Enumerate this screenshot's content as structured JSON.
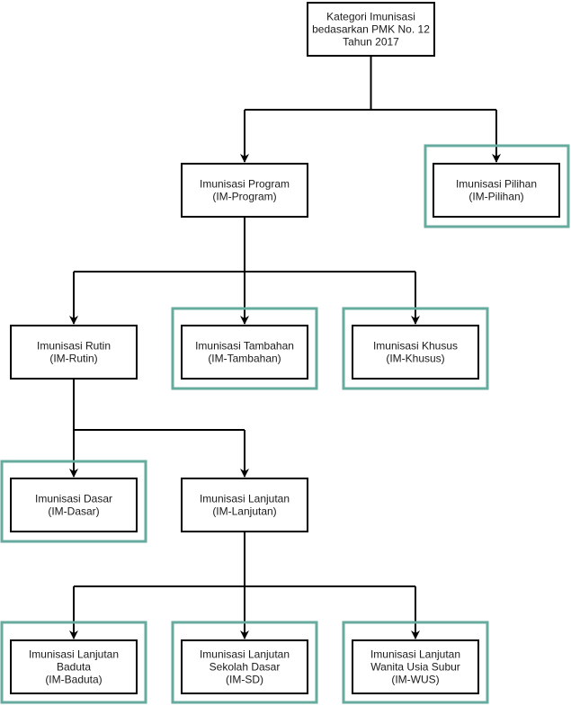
{
  "colors": {
    "node_stroke": "#000000",
    "highlight_stroke": "#67AB9F",
    "edge": "#000000",
    "text": "#1a1a1a",
    "background": "#ffffff"
  },
  "nodes": {
    "root": {
      "lines": [
        "Kategori Imunisasi",
        "bedasarkan PMK No. 12",
        "Tahun 2017"
      ]
    },
    "program": {
      "lines": [
        "Imunisasi Program",
        "(IM-Program)"
      ]
    },
    "pilihan": {
      "lines": [
        "Imunisasi Pilihan",
        "(IM-Pilihan)"
      ]
    },
    "rutin": {
      "lines": [
        "Imunisasi Rutin",
        "(IM-Rutin)"
      ]
    },
    "tambahan": {
      "lines": [
        "Imunisasi Tambahan",
        "(IM-Tambahan)"
      ]
    },
    "khusus": {
      "lines": [
        "Imunisasi Khusus",
        "(IM-Khusus)"
      ]
    },
    "dasar": {
      "lines": [
        "Imunisasi Dasar",
        "(IM-Dasar)"
      ]
    },
    "lanjutan": {
      "lines": [
        "Imunisasi Lanjutan",
        "(IM-Lanjutan)"
      ]
    },
    "baduta": {
      "lines": [
        "Imunisasi Lanjutan",
        "Baduta",
        "(IM-Baduta)"
      ]
    },
    "sd": {
      "lines": [
        "Imunisasi Lanjutan",
        "Sekolah Dasar",
        "(IM-SD)"
      ]
    },
    "wus": {
      "lines": [
        "Imunisasi Lanjutan",
        "Wanita Usia Subur",
        "(IM-WUS)"
      ]
    }
  },
  "edges": [
    {
      "from": "root",
      "to": "program"
    },
    {
      "from": "root",
      "to": "pilihan"
    },
    {
      "from": "program",
      "to": "rutin"
    },
    {
      "from": "program",
      "to": "tambahan"
    },
    {
      "from": "program",
      "to": "khusus"
    },
    {
      "from": "rutin",
      "to": "dasar"
    },
    {
      "from": "rutin",
      "to": "lanjutan"
    },
    {
      "from": "lanjutan",
      "to": "baduta"
    },
    {
      "from": "lanjutan",
      "to": "sd"
    },
    {
      "from": "lanjutan",
      "to": "wus"
    }
  ],
  "highlighted": [
    "pilihan",
    "tambahan",
    "khusus",
    "dasar",
    "baduta",
    "sd",
    "wus"
  ]
}
